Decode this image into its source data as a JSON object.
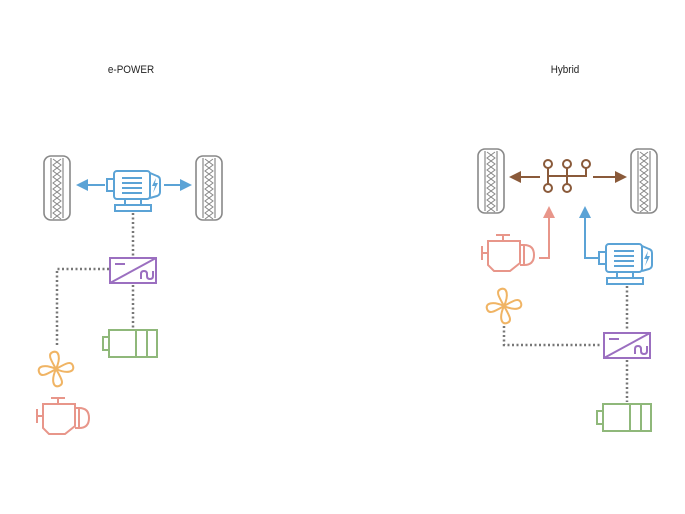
{
  "diagrams": [
    {
      "title": "e-POWER",
      "components": [
        "wheel",
        "electric-motor",
        "wheel",
        "inverter",
        "battery",
        "generator",
        "engine"
      ]
    },
    {
      "title": "Hybrid",
      "components": [
        "wheel",
        "power-split-gearbox",
        "wheel",
        "engine",
        "electric-motor",
        "generator",
        "inverter",
        "battery"
      ]
    }
  ],
  "colors": {
    "motor": "#5ba3d6",
    "inverter": "#9b6fc0",
    "battery": "#8fb87a",
    "generator": "#f0b464",
    "engine": "#e8968a",
    "gearbox": "#8a5a3a",
    "wheel": "#888888",
    "connector": "#777777"
  }
}
